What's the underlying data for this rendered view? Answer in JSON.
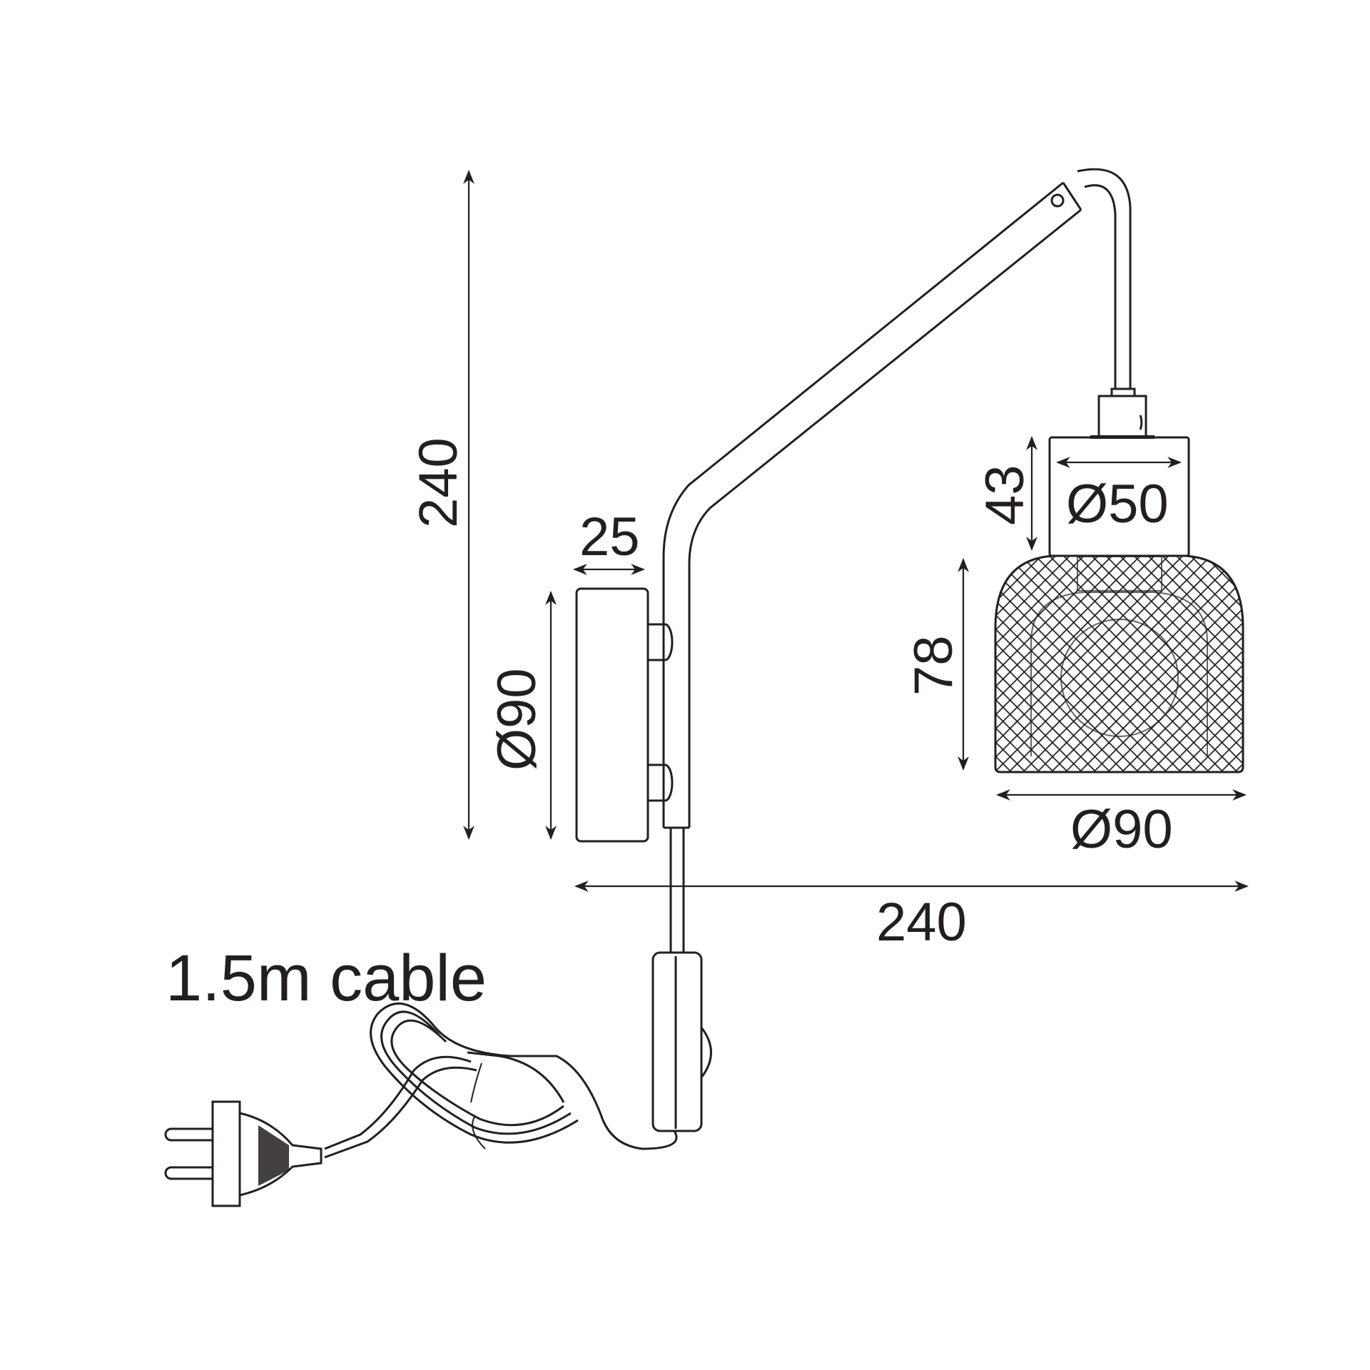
{
  "drawing": {
    "subject": "Wall lamp with mesh shade, switch and plug",
    "line_color": "#231f20",
    "background": "#ffffff"
  },
  "dimensions": {
    "total_height": "240",
    "total_width": "240",
    "base_diameter": "Ø90",
    "base_depth": "25",
    "socket_height": "43",
    "socket_diameter": "Ø50",
    "shade_height": "78",
    "shade_diameter": "Ø90"
  },
  "notes": {
    "cable": "1.5m cable"
  }
}
